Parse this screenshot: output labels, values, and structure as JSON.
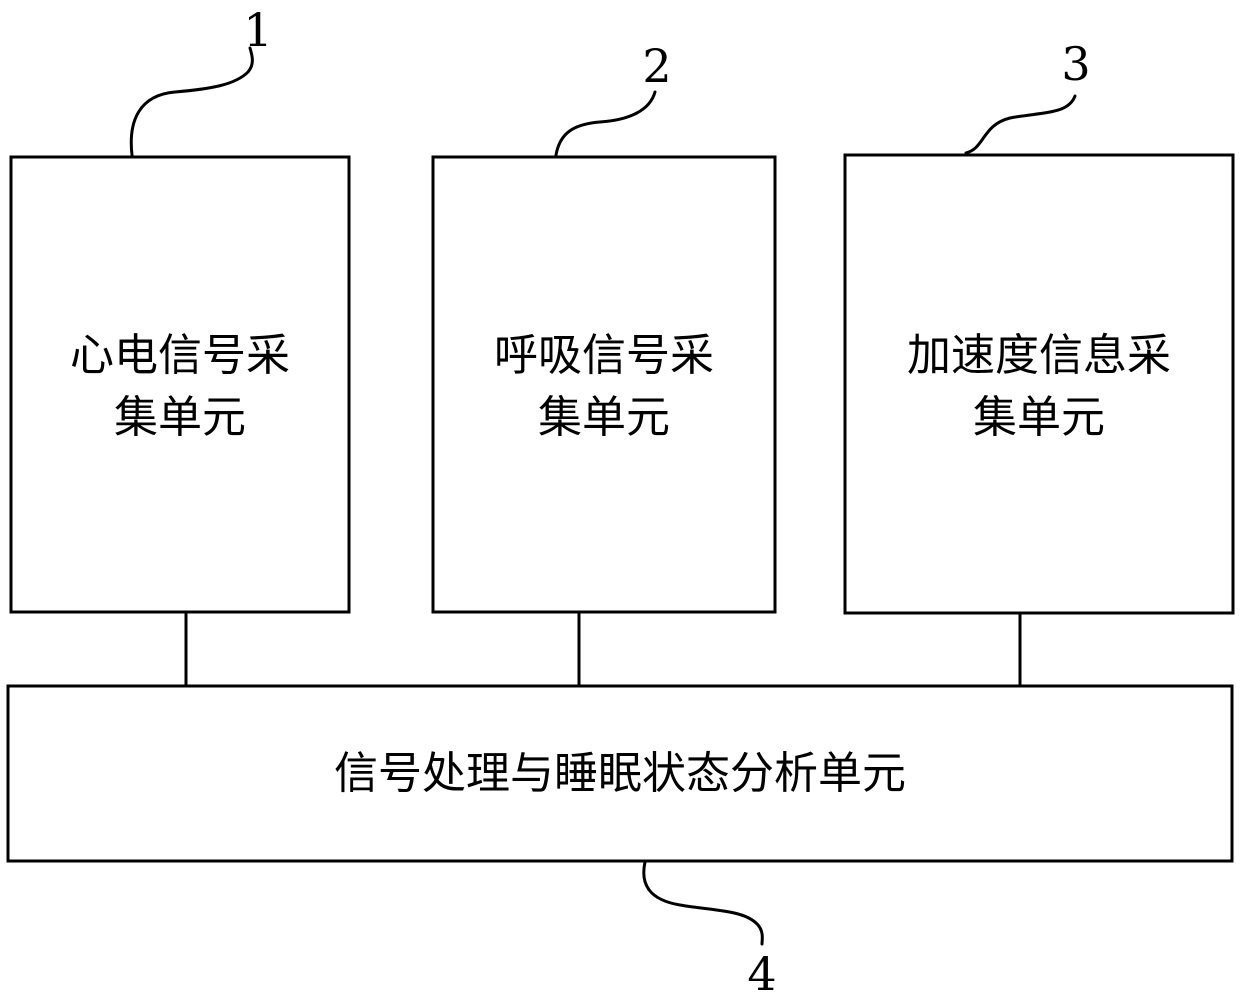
{
  "units": [
    {
      "ref": "1",
      "line1": "心电信号采",
      "line2": "集单元"
    },
    {
      "ref": "2",
      "line1": "呼吸信号采",
      "line2": "集单元"
    },
    {
      "ref": "3",
      "line1": "加速度信息采",
      "line2": "集单元"
    }
  ],
  "processor": {
    "ref": "4",
    "label": "信号处理与睡眠状态分析单元"
  }
}
